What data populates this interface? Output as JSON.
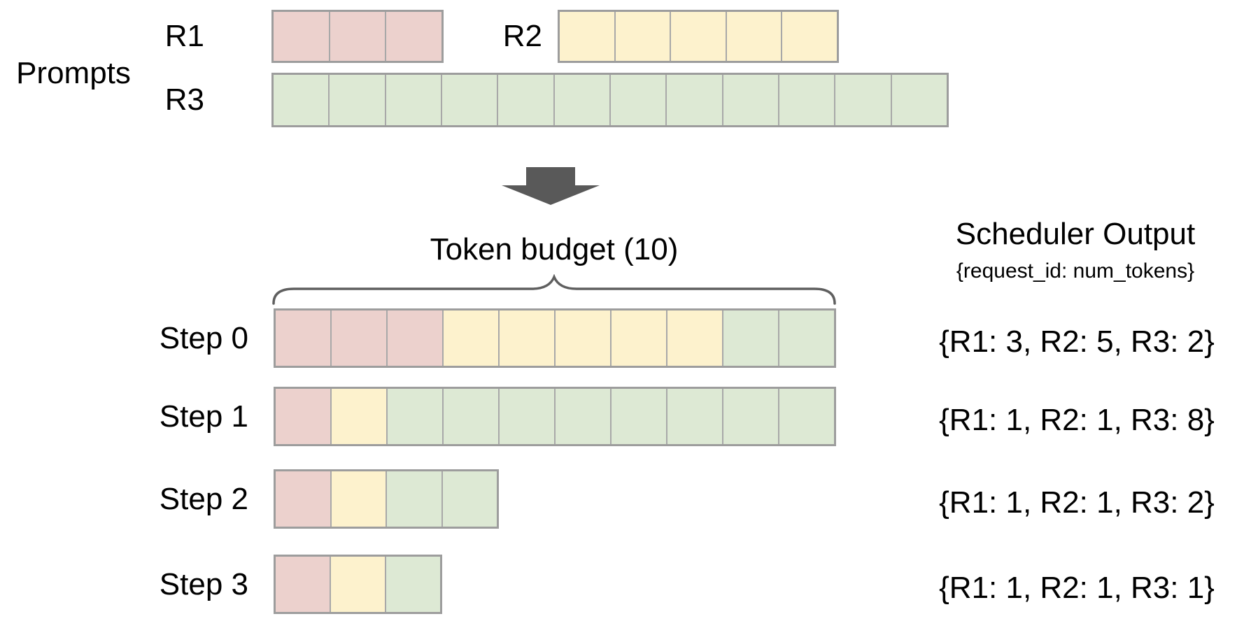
{
  "colors": {
    "r1_fill": "#ecd1cd",
    "r2_fill": "#fdf2cd",
    "r3_fill": "#dde9d4",
    "cell_divider": "#a8a8a8",
    "row_border": "#9d9d9d",
    "arrow_fill": "#595959",
    "brace_stroke": "#5f5f5f",
    "text": "#000000",
    "background": "#ffffff"
  },
  "prompts": {
    "section_label": "Prompts",
    "requests": [
      {
        "id": "R1",
        "num_tokens": 3,
        "color": "r1_fill"
      },
      {
        "id": "R2",
        "num_tokens": 5,
        "color": "r2_fill"
      },
      {
        "id": "R3",
        "num_tokens": 12,
        "color": "r3_fill"
      }
    ]
  },
  "token_budget": {
    "label": "Token budget (10)",
    "value": 10
  },
  "scheduler_output": {
    "title": "Scheduler Output",
    "subtitle": "{request_id: num_tokens}"
  },
  "steps": [
    {
      "label": "Step 0",
      "segments": [
        {
          "request": "R1",
          "tokens": 3,
          "color": "r1_fill"
        },
        {
          "request": "R2",
          "tokens": 5,
          "color": "r2_fill"
        },
        {
          "request": "R3",
          "tokens": 2,
          "color": "r3_fill"
        }
      ],
      "output": "{R1: 3, R2: 5, R3: 2}"
    },
    {
      "label": "Step 1",
      "segments": [
        {
          "request": "R1",
          "tokens": 1,
          "color": "r1_fill"
        },
        {
          "request": "R2",
          "tokens": 1,
          "color": "r2_fill"
        },
        {
          "request": "R3",
          "tokens": 8,
          "color": "r3_fill"
        }
      ],
      "output": "{R1: 1, R2: 1, R3: 8}"
    },
    {
      "label": "Step 2",
      "segments": [
        {
          "request": "R1",
          "tokens": 1,
          "color": "r1_fill"
        },
        {
          "request": "R2",
          "tokens": 1,
          "color": "r2_fill"
        },
        {
          "request": "R3",
          "tokens": 2,
          "color": "r3_fill"
        }
      ],
      "output": "{R1: 1, R2: 1, R3: 2}"
    },
    {
      "label": "Step 3",
      "segments": [
        {
          "request": "R1",
          "tokens": 1,
          "color": "r1_fill"
        },
        {
          "request": "R2",
          "tokens": 1,
          "color": "r2_fill"
        },
        {
          "request": "R3",
          "tokens": 1,
          "color": "r3_fill"
        }
      ],
      "output": "{R1: 1, R2: 1, R3: 1}"
    }
  ]
}
